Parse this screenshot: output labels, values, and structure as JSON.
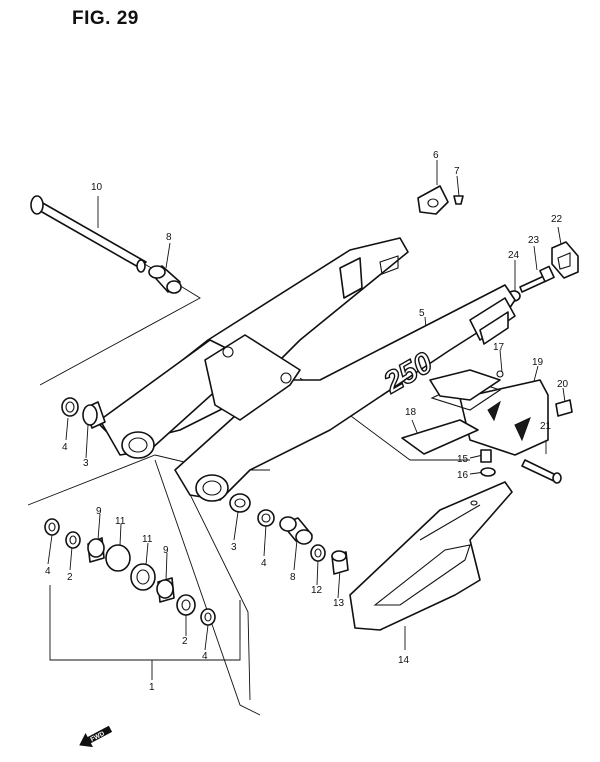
{
  "figure": {
    "title": "FIG. 29"
  },
  "callouts": [
    "1",
    "2",
    "2",
    "3",
    "3",
    "4",
    "4",
    "4",
    "4",
    "5",
    "6",
    "7",
    "8",
    "8",
    "9",
    "9",
    "10",
    "11",
    "11",
    "12",
    "13",
    "14",
    "15",
    "16",
    "17",
    "18",
    "19",
    "20",
    "21",
    "22",
    "23",
    "24"
  ],
  "fwd_label": "FWD",
  "swingarm_decal": "250"
}
